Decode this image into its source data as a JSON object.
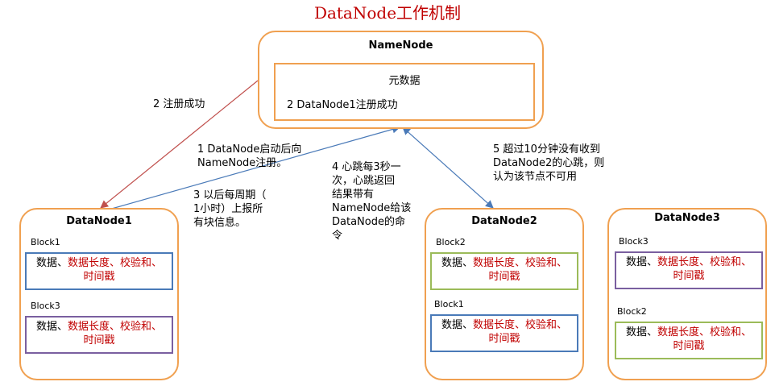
{
  "title": "DataNode工作机制",
  "namenode": {
    "title": "NameNode",
    "metadata_title": "元数据",
    "metadata_entry": "2 DataNode1注册成功"
  },
  "block_text": {
    "prefix": "数据、",
    "red": "数据长度、校验和、",
    "red2": "时间戳"
  },
  "datanodes": [
    {
      "title": "DataNode1",
      "blocks": [
        "Block1",
        "Block3"
      ]
    },
    {
      "title": "DataNode2",
      "blocks": [
        "Block2",
        "Block1"
      ]
    },
    {
      "title": "DataNode3",
      "blocks": [
        "Block3",
        "Block2"
      ]
    }
  ],
  "annotations": {
    "register_success": "2 注册成功",
    "startup_register": "1 DataNode启动后向\nNameNode注册。",
    "report_blocks": "3 以后每周期（\n1小时）上报所\n有块信息。",
    "heartbeat": "4 心跳每3秒一\n次，心跳返回\n结果带有\nNameNode给该\nDataNode的命\n令",
    "timeout": "5 超过10分钟没有收到\nDataNode2的心跳，则\n认为该节点不可用"
  },
  "colors": {
    "node_border": "#f0a050",
    "title_red": "#c00000",
    "arrow_red": "#c0504d",
    "arrow_blue": "#4a7ab8",
    "block_blue": "#4a7ab8",
    "block_purple": "#7a5fa0",
    "block_green": "#9bbb59"
  }
}
